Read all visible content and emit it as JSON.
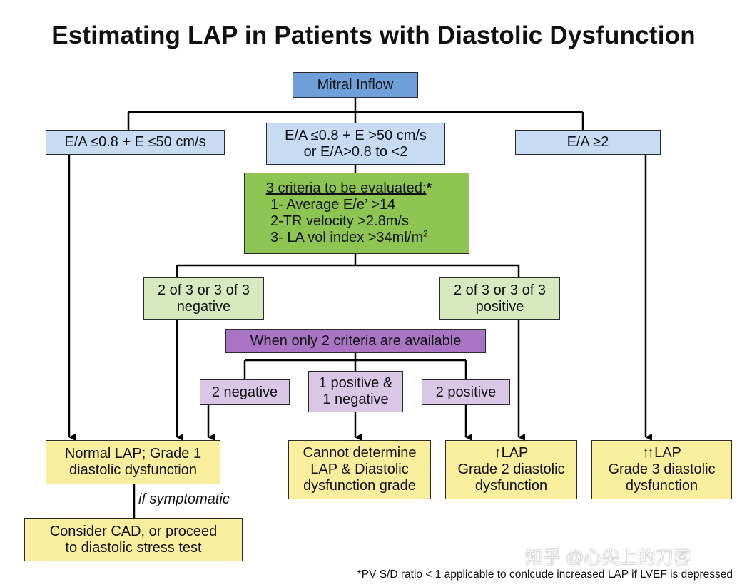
{
  "title": "Estimating LAP in Patients with Diastolic Dysfunction",
  "nodes": {
    "mitral": "Mitral Inflow",
    "ea_low_1": "E/A ≤0.8 + E ≤50 cm/s",
    "ea_mid_1": "E/A ≤0.8 + E >50 cm/s",
    "ea_mid_2": "or E/A>0.8 to <2",
    "ea_high": "E/A ≥2",
    "criteria_head": "3 criteria to be evaluated:",
    "criteria_star": "*",
    "crit_1": "1- Average E/e’ >14",
    "crit_2": "2-TR velocity >2.8m/s",
    "crit_3": "3- LA vol index >34ml/m",
    "crit_3_sup": "2",
    "neg_1": "2 of 3 or 3 of 3",
    "neg_2": "negative",
    "pos_1": "2 of 3 or 3 of 3",
    "pos_2": "positive",
    "two_avail": "When only 2 criteria are available",
    "two_neg": "2 negative",
    "one_each_1": "1 positive &",
    "one_each_2": "1 negative",
    "two_pos": "2 positive",
    "normal_1": "Normal LAP; Grade 1",
    "normal_2": "diastolic dysfunction",
    "cannot_1": "Cannot determine",
    "cannot_2": "LAP & Diastolic",
    "cannot_3": "dysfunction grade",
    "g2_1": "LAP",
    "g2_arrow": "↑",
    "g2_2": "Grade 2 diastolic",
    "g2_3": "dysfunction",
    "g3_1": "LAP",
    "g3_arrow": "↑↑",
    "g3_2": "Grade 3 diastolic",
    "g3_3": "dysfunction",
    "consider_1": "Consider CAD, or proceed",
    "consider_2": "to diastolic stress test"
  },
  "if_symptomatic": "if symptomatic",
  "footnote": "*PV S/D ratio < 1 applicable to conlcude increased LAP if LVEF is depressed",
  "watermark": "知乎 @心尖上的刀客",
  "colors": {
    "blue": "#c7dcf2",
    "blue_dark": "#6f9fd8",
    "green": "#d8e8bf",
    "green_dark": "#8ec552",
    "purple": "#d9c7e8",
    "purple_dark": "#a874c3",
    "yellow": "#f8ee9e"
  }
}
